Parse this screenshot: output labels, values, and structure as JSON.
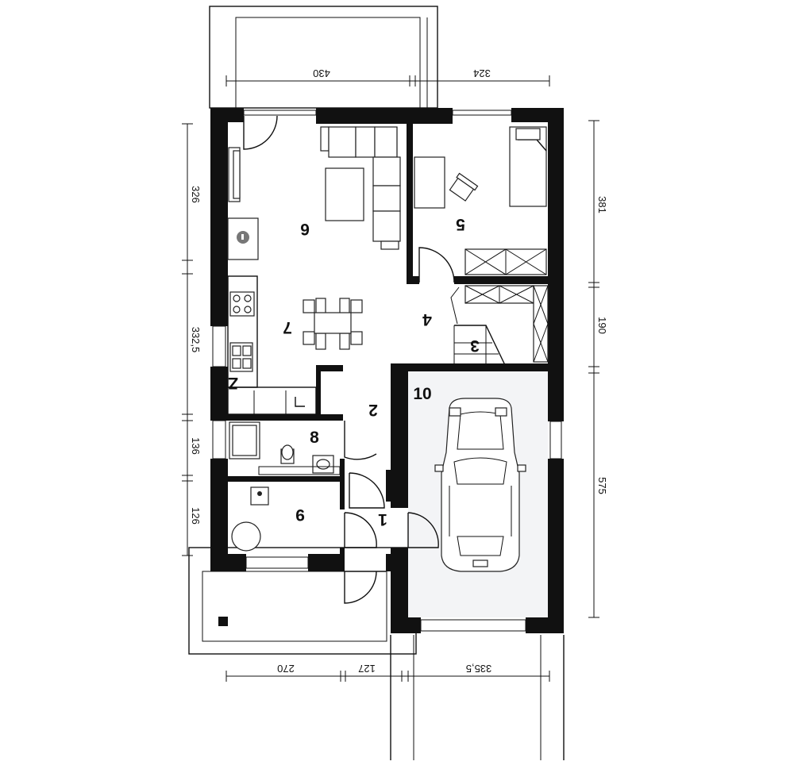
{
  "rooms": {
    "r1": "1",
    "r2": "2",
    "r3": "3",
    "r4": "4",
    "r5": "5",
    "r6": "6",
    "r7": "7",
    "r8": "8",
    "r9": "9",
    "r10": "10",
    "sink_mark": "Z"
  },
  "dimensions": {
    "top_left": "430",
    "top_right": "324",
    "left_1": "326",
    "left_2": "332,5",
    "left_3": "136",
    "left_4": "126",
    "right_1": "381",
    "right_2": "190",
    "right_3": "575",
    "bottom_left": "270",
    "bottom_mid": "127",
    "bottom_right": "335,5"
  }
}
